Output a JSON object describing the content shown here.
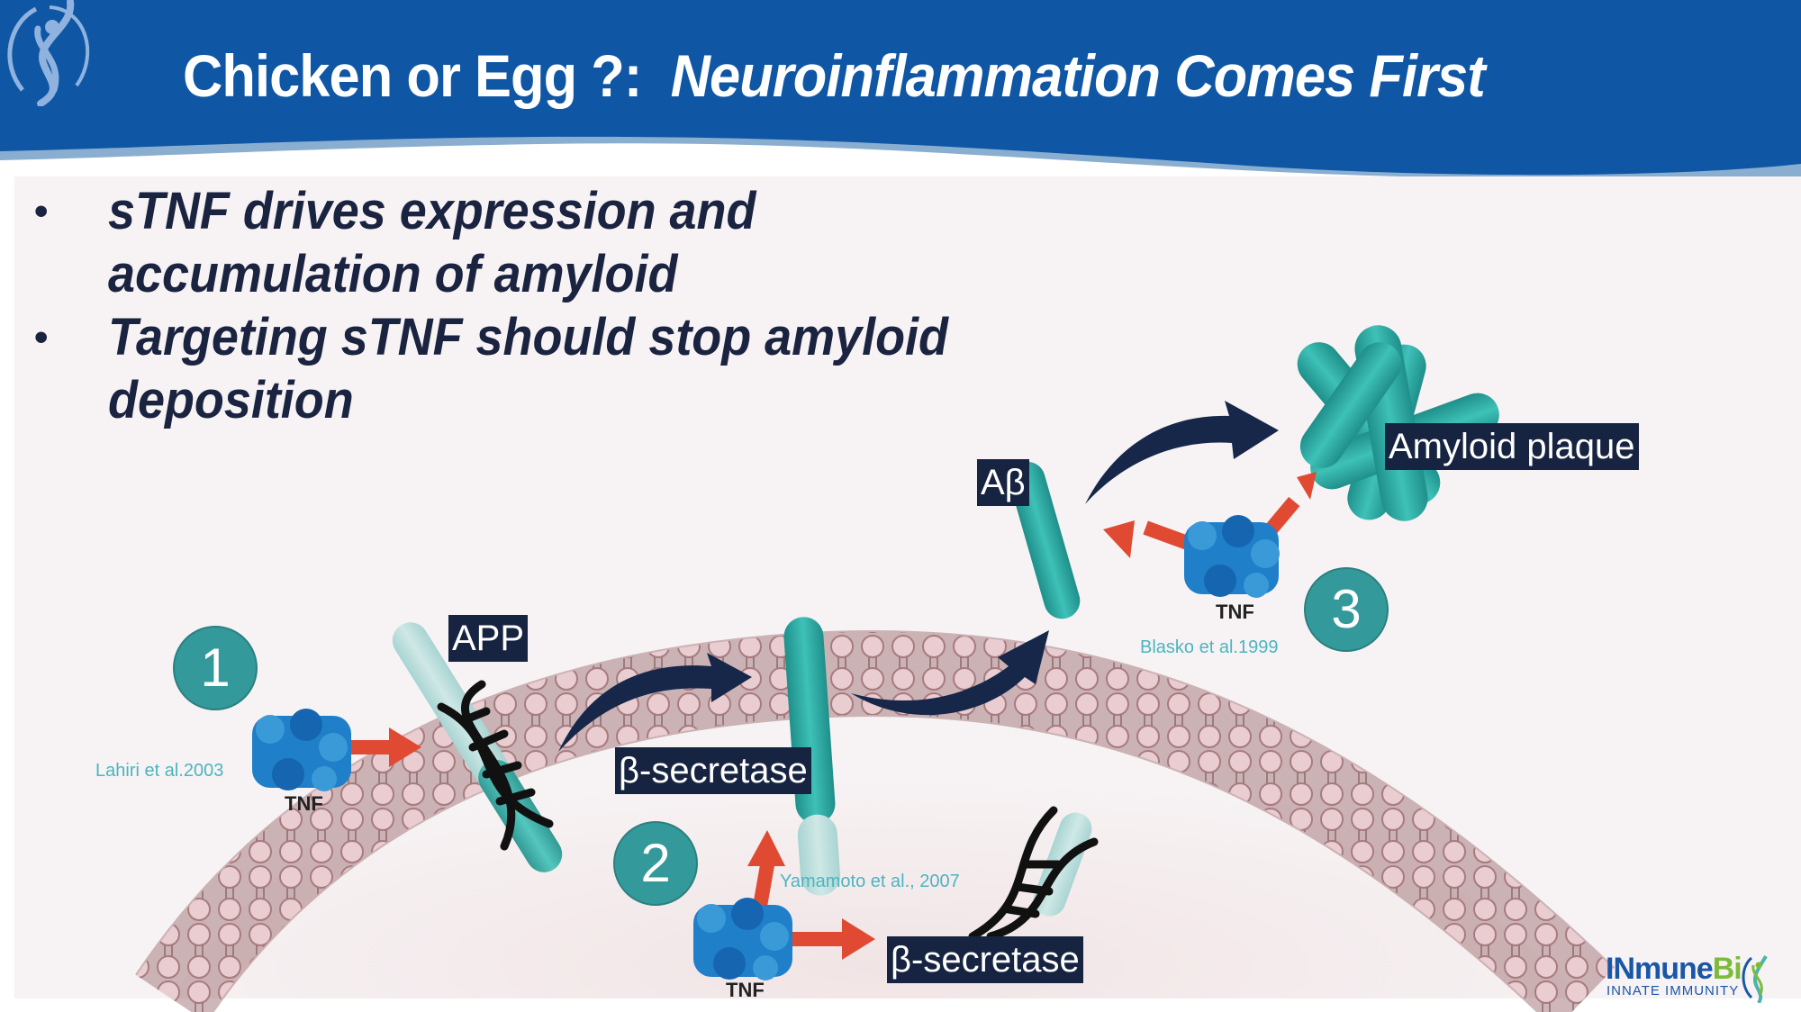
{
  "header": {
    "title_plain": "Chicken or Egg ?:",
    "title_italic": "Neuroinflammation Comes First",
    "logo_icon": "dna-figure-logo-icon"
  },
  "bullets": [
    {
      "line1": "sTNF drives expression and",
      "line2": "accumulation of amyloid"
    },
    {
      "line1": "Targeting sTNF should stop amyloid",
      "line2": "deposition"
    }
  ],
  "bullet_glyph": "•",
  "diagram": {
    "steps": [
      "1",
      "2",
      "3"
    ],
    "labels": {
      "app": "APP",
      "beta_secretase_membrane": "β-secretase",
      "beta_secretase_dna": "β-secretase",
      "abeta": "Aβ",
      "amyloid_plaque": "Amyloid plaque"
    },
    "tnf_label": "TNF",
    "citations": {
      "step1": "Lahiri et al.2003",
      "step2": "Yamamoto et al., 2007",
      "step3": "Blasko et al.1999"
    },
    "colors": {
      "header_blue": "#0f56a5",
      "step_circle": "#34999a",
      "label_bg": "#172441",
      "arrow_red": "#e04a33",
      "arrow_navy": "#16274a",
      "teal_rod": "#2fa9a3",
      "tnf_blue": "#1f7fc8",
      "membrane": "#d9b3b6"
    }
  },
  "brand": {
    "name_main": "INmune",
    "name_accent": "Bi",
    "tagline": "INNATE IMMUNITY"
  }
}
